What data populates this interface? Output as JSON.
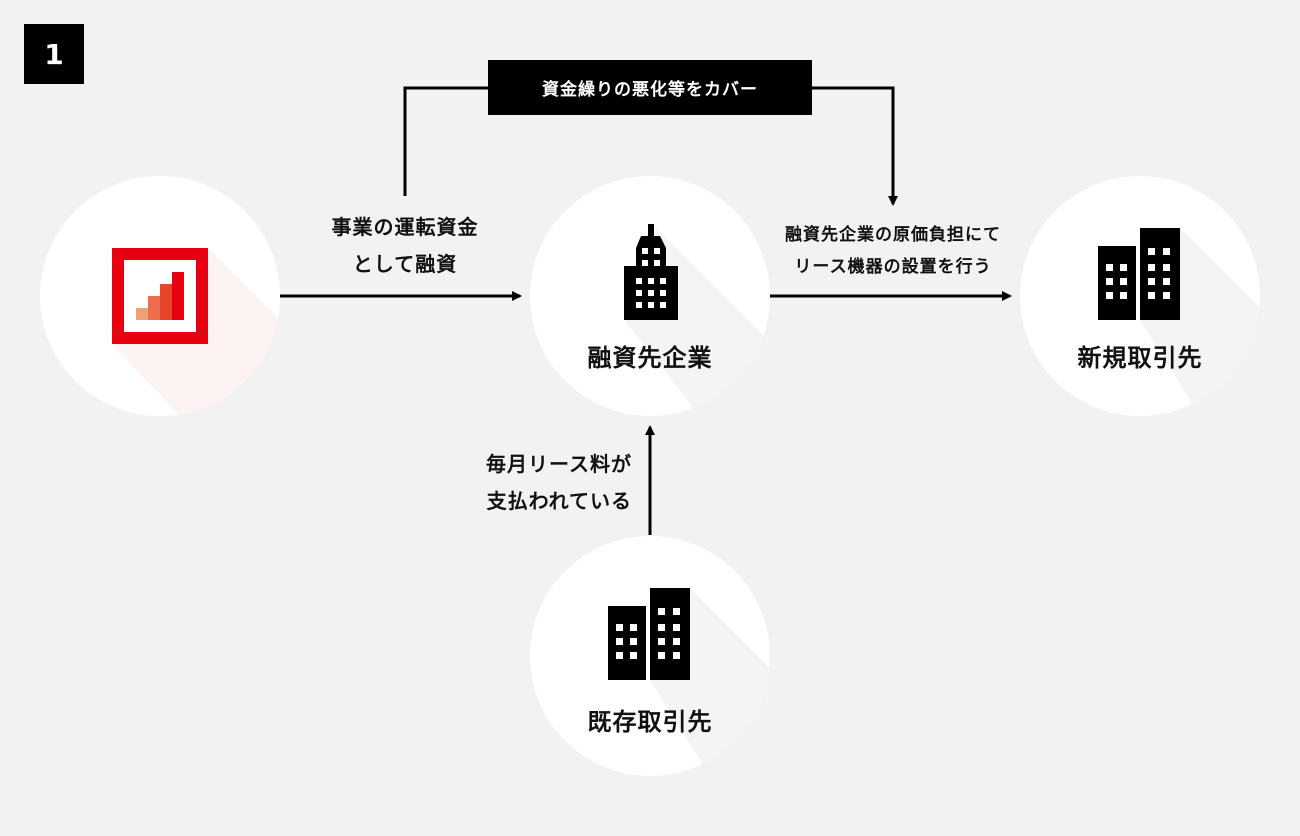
{
  "step_number": "1",
  "top_label": "資金繰りの悪化等をカバー",
  "nodes": {
    "lender": {
      "icon": "bar-chart-logo-icon"
    },
    "borrower": {
      "label": "融資先企業",
      "icon": "office-tower-icon"
    },
    "new_client": {
      "label": "新規取引先",
      "icon": "buildings-icon"
    },
    "existing_client": {
      "label": "既存取引先",
      "icon": "buildings-icon"
    }
  },
  "edges": {
    "loan": [
      "事業の運転資金",
      "として融資"
    ],
    "lease_install": [
      "融資先企業の原価負担にて",
      "リース機器の設置を行う"
    ],
    "lease_payment": [
      "毎月リース料が",
      "支払われている"
    ]
  },
  "colors": {
    "brand_red": "#e60012",
    "background": "#f2f2f2"
  }
}
